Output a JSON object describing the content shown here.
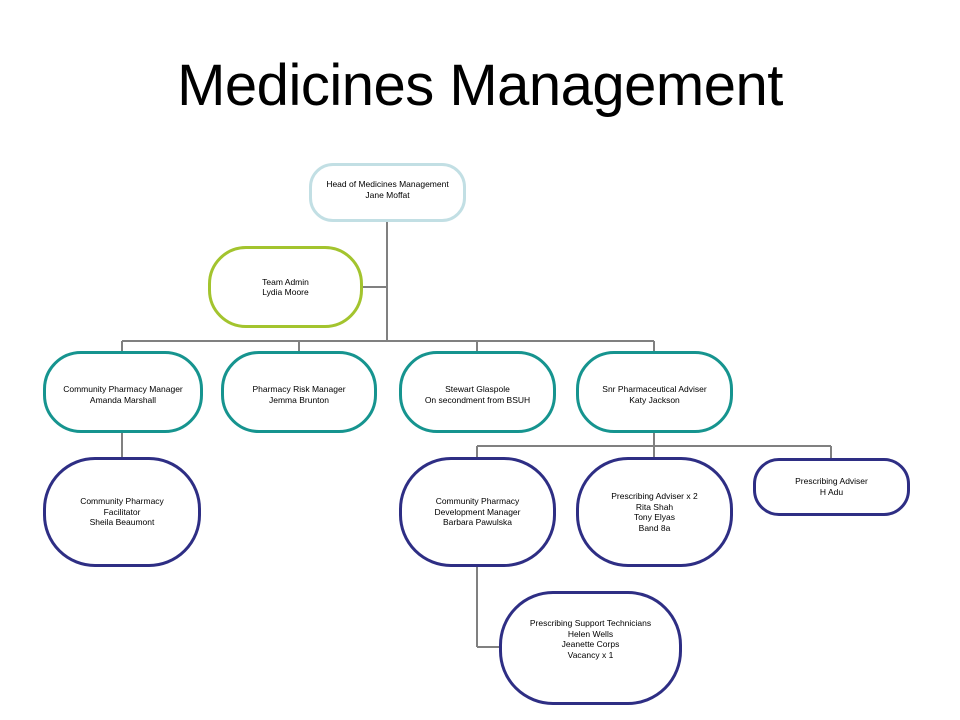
{
  "title": "Medicines Management",
  "colors": {
    "head_border": "#c2dfe4",
    "admin_border": "#a3c42e",
    "teal_border": "#16948f",
    "navy_border": "#2e2e84",
    "connector": "#808080"
  },
  "org": {
    "head": {
      "lines": [
        "Head of Medicines Management",
        "Jane Moffat"
      ]
    },
    "admin": {
      "lines": [
        "Team Admin",
        "Lydia Moore"
      ]
    },
    "community_pharmacy_manager": {
      "lines": [
        "Community Pharmacy Manager",
        "Amanda Marshall"
      ]
    },
    "pharmacy_risk_manager": {
      "lines": [
        "Pharmacy Risk Manager",
        "Jemma Brunton"
      ]
    },
    "stewart_glaspole": {
      "lines": [
        "Stewart Glaspole",
        "On secondment from BSUH"
      ]
    },
    "snr_pharmaceutical_adviser": {
      "lines": [
        "Snr Pharmaceutical Adviser",
        "Katy Jackson"
      ]
    },
    "community_pharmacy_facilitator": {
      "lines": [
        "Community Pharmacy",
        "Facilitator",
        "Sheila Beaumont"
      ]
    },
    "community_pharmacy_development_manager": {
      "lines": [
        "Community Pharmacy",
        "Development Manager",
        "Barbara Pawulska"
      ]
    },
    "prescribing_adviser_x2": {
      "lines": [
        "Prescribing Adviser x 2",
        "Rita Shah",
        "Tony Elyas",
        "Band 8a"
      ]
    },
    "prescribing_adviser": {
      "lines": [
        "Prescribing Adviser",
        "H Adu"
      ]
    },
    "prescribing_support_technicians": {
      "lines": [
        "Prescribing Support Technicians",
        "Helen Wells",
        "Jeanette Corps",
        "Vacancy x 1"
      ]
    }
  }
}
